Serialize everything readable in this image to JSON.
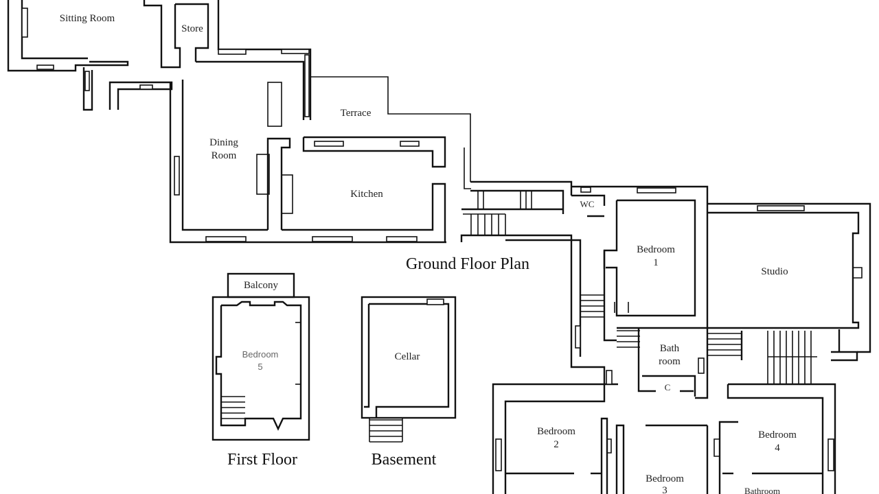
{
  "titles": {
    "ground": "Ground Floor Plan",
    "first": "First Floor",
    "basement": "Basement"
  },
  "rooms": {
    "sitting_room": "Sitting Room",
    "store": "Store",
    "terrace": "Terrace",
    "dining_room_1": "Dining",
    "dining_room_2": "Room",
    "kitchen": "Kitchen",
    "wc": "WC",
    "bedroom_1_a": "Bedroom",
    "bedroom_1_b": "1",
    "studio": "Studio",
    "bath_a": "Bath",
    "bath_b": "room",
    "cupboard": "C",
    "bedroom_2_a": "Bedroom",
    "bedroom_2_b": "2",
    "bedroom_3_a": "Bedroom",
    "bedroom_3_b": "3",
    "bedroom_4_a": "Bedroom",
    "bedroom_4_b": "4",
    "bathroom": "Bathroom",
    "balcony": "Balcony",
    "bedroom_5_a": "Bedroom",
    "bedroom_5_b": "5",
    "cellar": "Cellar"
  }
}
